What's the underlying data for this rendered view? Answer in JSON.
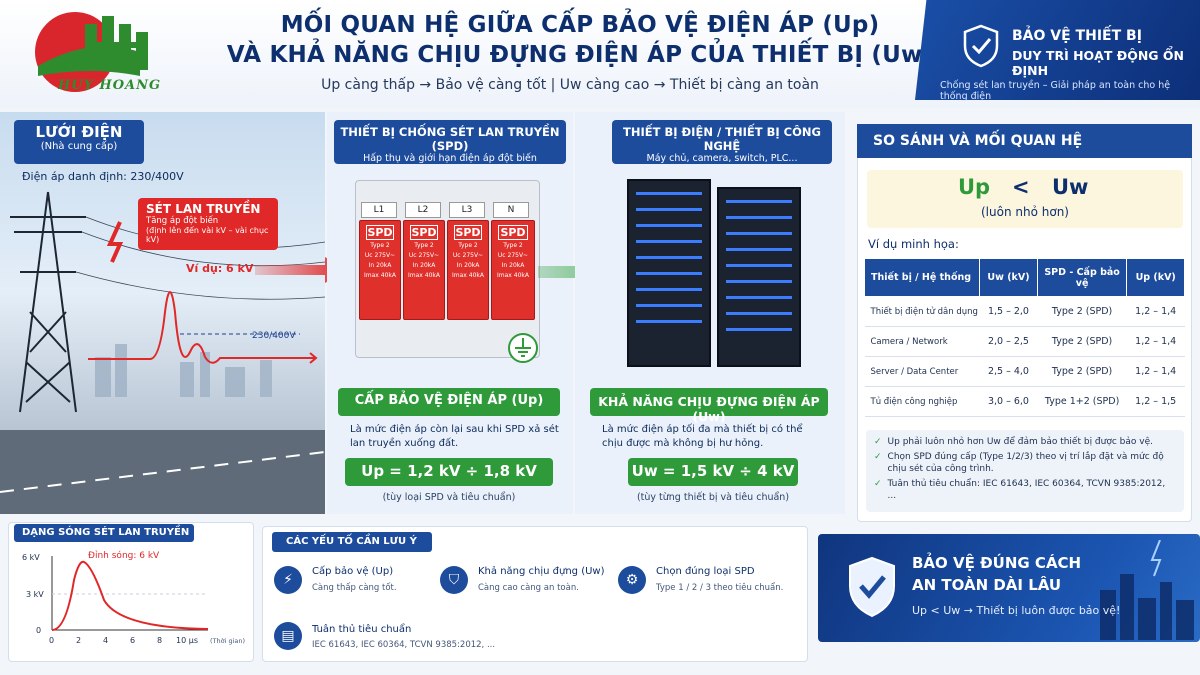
{
  "header": {
    "logo_text": "HUY HOANG",
    "title_line1": "MỐI QUAN HỆ GIỮA CẤP BẢO VỆ ĐIỆN ÁP (Up)",
    "title_line2": "VÀ KHẢ NĂNG CHỊU ĐỰNG ĐIỆN ÁP CỦA THIẾT BỊ (Uw)",
    "subtitle": "Up càng thấp → Bảo vệ càng tốt  |  Uw càng cao → Thiết bị càng an toàn"
  },
  "banner": {
    "title": "BẢO VỆ THIẾT BỊ",
    "subtitle": "DUY TRÌ HOẠT ĐỘNG ỔN ĐỊNH",
    "tagline": "Chống sét lan truyền – Giải pháp an toàn cho hệ thống điện"
  },
  "grid": {
    "title": "LƯỚI ĐIỆN",
    "sub": "(Nhà cung cấp)",
    "rated_voltage": "Điện áp danh định: 230/400V",
    "surge_title": "SÉT LAN TRUYỀN",
    "surge_desc1": "Tăng áp đột biến",
    "surge_desc2": "(định lên đến vài kV – vài chục kV)",
    "surge_example": "Ví dụ: 6 kV",
    "line_voltage": "230/400V"
  },
  "spd": {
    "head_title": "THIẾT BỊ CHỐNG SÉT LAN TRUYỀN (SPD)",
    "head_sub": "Hấp thụ và giới hạn điện áp đột biến",
    "terminals": [
      "L1",
      "L2",
      "L3",
      "N"
    ],
    "module_label": "SPD",
    "module_spec": [
      "Type 2",
      "Uc 275V~",
      "In 20kA",
      "Imax 40kA"
    ],
    "up_title": "CẤP BẢO VỆ ĐIỆN ÁP (Up)",
    "up_desc": "Là mức điện áp còn lại sau khi SPD xả sét lan truyền xuống đất.",
    "up_formula": "Up = 1,2 kV ÷ 1,8 kV",
    "up_note": "(tùy loại SPD và tiêu chuẩn)"
  },
  "device": {
    "head_title": "THIẾT BỊ ĐIỆN / THIẾT BỊ CÔNG NGHỆ",
    "head_sub": "Máy chủ, camera, switch, PLC...",
    "uw_title": "KHẢ NĂNG CHỊU ĐỰNG ĐIỆN ÁP (Uw)",
    "uw_desc": "Là mức điện áp tối đa mà thiết bị có thể chịu được mà không bị hư hỏng.",
    "uw_formula": "Uw = 1,5 kV ÷ 4 kV",
    "uw_note": "(tùy từng thiết bị và tiêu chuẩn)"
  },
  "comparison": {
    "title": "SO SÁNH VÀ MỐI QUAN HỆ",
    "up": "Up",
    "lt": "<",
    "uw": "Uw",
    "note": "(luôn nhỏ hơn)",
    "example_label": "Ví dụ minh họa:",
    "table": {
      "headers": [
        "Thiết bị / Hệ thống",
        "Uw (kV)",
        "SPD - Cấp bảo vệ",
        "Up (kV)"
      ],
      "rows": [
        [
          "Thiết bị điện tử dân dụng",
          "1,5 – 2,0",
          "Type 2 (SPD)",
          "1,2 – 1,4"
        ],
        [
          "Camera / Network",
          "2,0 – 2,5",
          "Type 2 (SPD)",
          "1,2 – 1,4"
        ],
        [
          "Server / Data Center",
          "2,5 – 4,0",
          "Type 2 (SPD)",
          "1,2 – 1,4"
        ],
        [
          "Tủ điện công nghiệp",
          "3,0 – 6,0",
          "Type 1+2 (SPD)",
          "1,2 – 1,5"
        ]
      ]
    },
    "bullets": [
      "Up phải luôn nhỏ hơn Uw để đảm bảo thiết bị được bảo vệ.",
      "Chọn SPD đúng cấp (Type 1/2/3) theo vị trí lắp đặt và mức độ chịu sét của công trình.",
      "Tuân thủ tiêu chuẩn: IEC 61643, IEC 60364, TCVN 9385:2012, ..."
    ]
  },
  "waveform": {
    "title": "DẠNG SÓNG SÉT LAN TRUYỀN",
    "peak_label": "Đỉnh sóng: 6 kV",
    "y_ticks": [
      "6 kV",
      "3 kV",
      "0"
    ],
    "x_ticks": [
      "0",
      "2",
      "4",
      "6",
      "8",
      "10 µs"
    ],
    "x_unit": "(Thời gian)"
  },
  "factors": {
    "title": "CÁC YẾU TỐ CẦN LƯU Ý",
    "items": [
      {
        "title": "Cấp bảo vệ (Up)",
        "desc": "Càng thấp càng tốt."
      },
      {
        "title": "Khả năng chịu đựng (Uw)",
        "desc": "Càng cao càng an toàn."
      },
      {
        "title": "Chọn đúng loại SPD",
        "desc": "Type 1 / 2 / 3 theo tiêu chuẩn."
      },
      {
        "title": "Tuân thủ tiêu chuẩn",
        "desc": "IEC 61643, IEC 60364, TCVN 9385:2012, ..."
      }
    ]
  },
  "final": {
    "line1": "BẢO VỆ ĐÚNG CÁCH",
    "line2": "AN TOÀN DÀI LÂU",
    "line3": "Up < Uw  →  Thiết bị luôn được bảo vệ!"
  },
  "colors": {
    "navy": "#1d4c9c",
    "green": "#2e9a3a",
    "red": "#e02828"
  }
}
